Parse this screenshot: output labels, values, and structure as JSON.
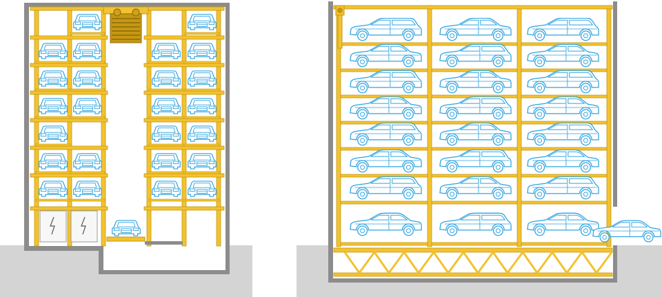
{
  "colors": {
    "structure": "#f2c230",
    "structure_dark": "#c69812",
    "car_outline": "#2ea3e0",
    "car_fill": "#ffffff",
    "wall": "#8c8c8c",
    "ground": "#d4d4d4",
    "background": "#ffffff",
    "door_icon": "#555555"
  },
  "figures": [
    {
      "name": "front-section-tower",
      "view": "front",
      "levels": 7,
      "columns": 4,
      "center_lift_shaft": true,
      "ground_level_items": [
        "electrical-door",
        "electrical-door",
        "car-on-lift-platform"
      ],
      "icon": "lightning-bolt-icon"
    },
    {
      "name": "side-section-tower",
      "view": "side",
      "levels": 8,
      "columns": 3,
      "base_truss": true,
      "entry_car_outside": true
    }
  ]
}
